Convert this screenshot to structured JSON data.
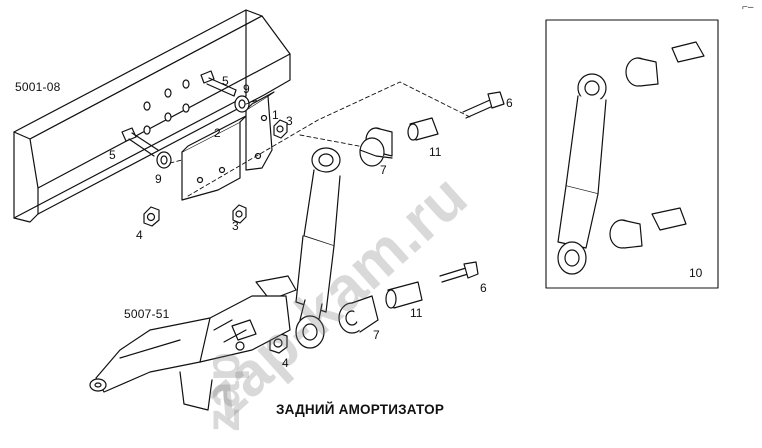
{
  "diagram": {
    "title": "ЗАДНИЙ АМОРТИЗАТОР",
    "corner_mark": "⌐–",
    "assembly_codes": {
      "frame": "5001-08",
      "axle": "5007-51"
    },
    "callouts": {
      "bracket_1": "1",
      "bracket_2": "2",
      "nut_3_upper": "3",
      "nut_3_lower": "3",
      "nut_4_upper": "4",
      "nut_4_lower": "4",
      "bolt_5_upper": "5",
      "bolt_5_lower": "5",
      "bolt_6_upper": "6",
      "bolt_6_lower": "6",
      "bushing_7_upper": "7",
      "bushing_7_lower": "7",
      "washer_9_upper": "9",
      "washer_9_lower": "9",
      "box_10": "10",
      "sleeve_11_upper": "11",
      "sleeve_11_lower": "11"
    },
    "watermark": {
      "primary": "zap-kam.ru",
      "secondary": "zap"
    }
  }
}
